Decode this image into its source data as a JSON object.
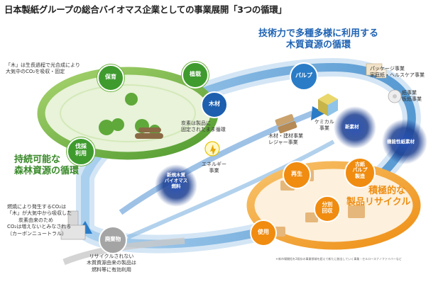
{
  "title": "日本製紙グループの総合バイオマス企業としての事業展開「3つの循環」",
  "colors": {
    "green": "#6cb33f",
    "dark_green": "#3a8a2a",
    "blue": "#2a7cc7",
    "dark_blue": "#1a3d8f",
    "orange": "#f29a1f",
    "gray": "#9a9a9a"
  },
  "forest_cycle": {
    "title_line1": "持続可能な",
    "title_line2": "森林資源の循環",
    "circles": {
      "hoiku": "保育",
      "shokusai": "植栽",
      "batsusai_line1": "伐採",
      "batsusai_line2": "利用"
    },
    "note_line1": "「木」は生長過程で光合成により",
    "note_line2": "大気中のCO₂を吸収・固定"
  },
  "wood_cycle": {
    "title_line1": "技術力で多種多様に利用する",
    "title_line2": "木質資源の循環",
    "circles": {
      "mokuzai": "木材",
      "pulp": "パルプ",
      "new_material": "新素材",
      "functional_paper": "機能性紙素材",
      "biomass_fuel_line1": "新規木質",
      "biomass_fuel_line2": "バイオマス",
      "biomass_fuel_line3": "燃料"
    },
    "carbon_note_line1": "炭素は製品に",
    "carbon_note_line2": "固定されたまま循環",
    "labels": {
      "lumber_line1": "木材・建材事業",
      "lumber_line2": "レジャー事業",
      "chemical_line1": "ケミカル",
      "chemical_line2": "事業",
      "energy_line1": "エネルギー",
      "energy_line2": "事業",
      "package_line1": "パッケージ事業",
      "package_line2": "家庭紙・ヘルスケア事業",
      "paper_line1": "紙事業",
      "paper_line2": "板紙事業"
    }
  },
  "recycle_cycle": {
    "title_line1": "積極的な",
    "title_line2": "製品リサイクル",
    "circles": {
      "saisei": "再生",
      "koshi_line1": "古紙",
      "koshi_line2": "パルプ",
      "koshi_line3": "製造",
      "bunbetsu_line1": "分別",
      "bunbetsu_line2": "回収",
      "shiyo": "使用",
      "haikibutsu": "廃棄物"
    }
  },
  "notes": {
    "carbon_neutral_1": "燃焼により発生するCO₂は",
    "carbon_neutral_2": "「木」が大気中から吸収した",
    "carbon_neutral_3": "炭素由来のため",
    "carbon_neutral_4": "CO₂は増えないとみなされる",
    "carbon_neutral_5": "（カーボンニュートラル）",
    "non_recycle_1": "リサイクルされない",
    "non_recycle_2": "木質資源由来の製品は",
    "non_recycle_3": "燃料等に有効利用",
    "footnote": "＊新市場開拓を2既存の事業領域を超えて新たに創出していく事業・セルロースナノファイバーなど"
  }
}
